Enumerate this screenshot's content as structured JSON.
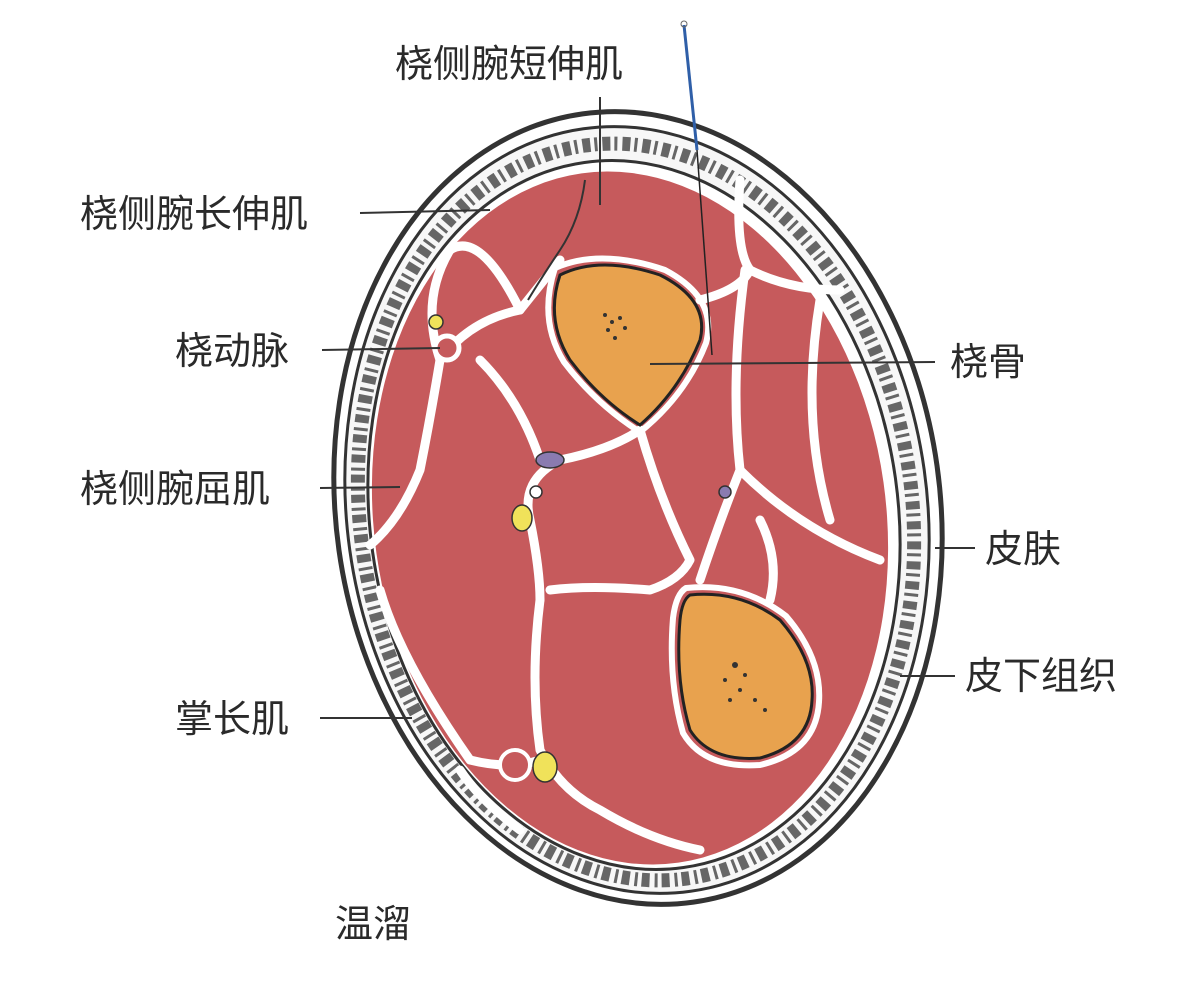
{
  "labels": {
    "ecrb": "桡侧腕短伸肌",
    "ecrl": "桡侧腕长伸肌",
    "radial_artery": "桡动脉",
    "fcr": "桡侧腕屈肌",
    "palmaris_longus": "掌长肌",
    "acupoint": "温溜",
    "radius": "桡骨",
    "skin": "皮肤",
    "subcutaneous": "皮下组织"
  },
  "colors": {
    "muscle": "#c65a5c",
    "bone": "#e8a24e",
    "needle": "#2f5fa8",
    "outline": "#333333"
  }
}
